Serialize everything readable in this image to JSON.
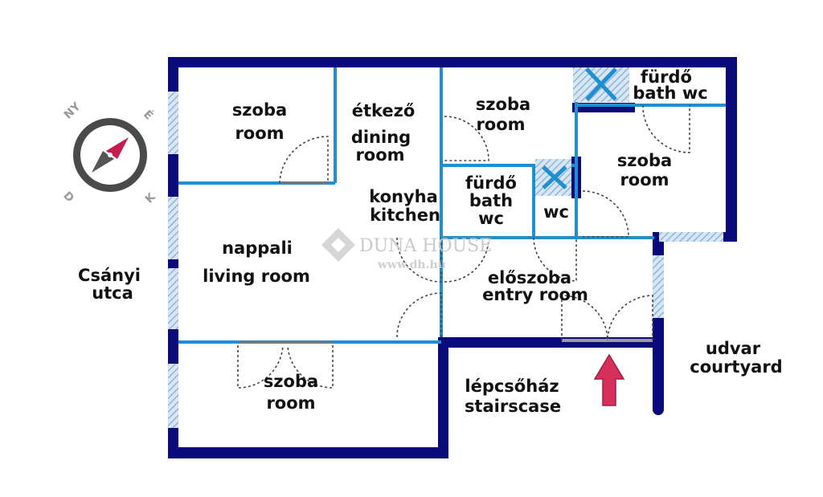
{
  "rooms": {
    "szoba_top_left": {
      "hu": "szoba",
      "en": "room"
    },
    "etkezo": {
      "hu": "étkező",
      "en1": "dining",
      "en2": "room"
    },
    "szoba_top_mid": {
      "hu": "szoba",
      "en": "room"
    },
    "furdo_top_right": {
      "hu": "fürdő",
      "en": "bath wc"
    },
    "szoba_right": {
      "hu": "szoba",
      "en": "room"
    },
    "konyha": {
      "hu": "konyha",
      "en": "kitchen"
    },
    "furdo_mid": {
      "hu": "fürdő",
      "en1": "bath",
      "en2": "wc"
    },
    "wc": {
      "label": "wc"
    },
    "nappali": {
      "hu": "nappali",
      "en": "living room"
    },
    "eloszoba": {
      "hu": "előszoba",
      "en": "entry room"
    },
    "szoba_bottom": {
      "hu": "szoba",
      "en": "room"
    },
    "lepcsohaz": {
      "hu": "lépcsőház",
      "en": "stairscase"
    }
  },
  "outside": {
    "street": {
      "line1": "Csányi",
      "line2": "utca"
    },
    "courtyard": {
      "hu": "udvar",
      "en": "courtyard"
    }
  },
  "watermark": {
    "brand": "DUNA HOUSE",
    "url": "www.dh.hu"
  },
  "compass": {
    "nw": "NY",
    "ne": "É",
    "sw": "D",
    "se": "K"
  },
  "colors": {
    "outer_wall": "#0a0a7a",
    "inner_wall": "#1f8fd0",
    "window": "#a9c9e8",
    "door_swing": "#444444",
    "entrance_arrow": "#d4305a",
    "compass_needle": "#c41e4e"
  }
}
